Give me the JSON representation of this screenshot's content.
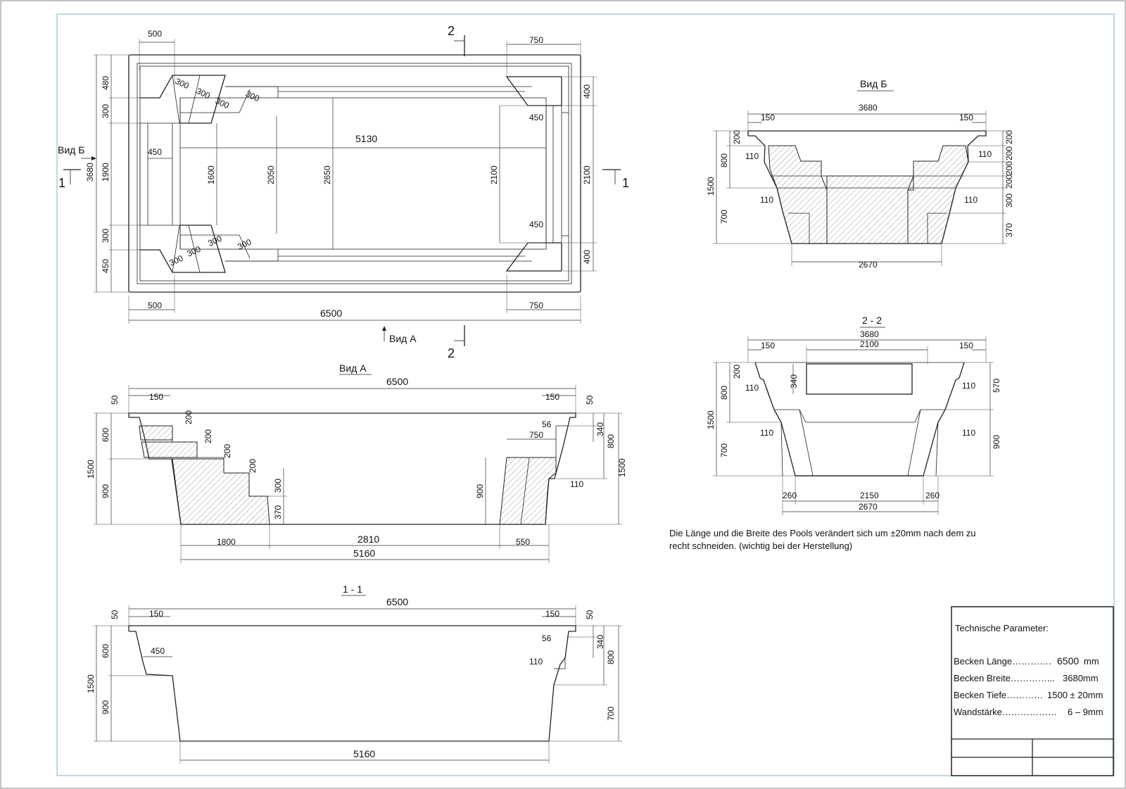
{
  "sections": {
    "plan": {
      "dims": {
        "top_500": "500",
        "top_750": "750",
        "bottom_500": "500",
        "bottom_750": "750",
        "total_length": "6500",
        "inner_length": "5130",
        "total_width": "3680",
        "l_480": "480",
        "l_300_top": "300",
        "l_1900": "1900",
        "l_300_bot": "300",
        "l_450": "450",
        "r_400_top": "400",
        "r_2100": "2100",
        "r_400_bot": "400",
        "step_450_left": "450",
        "step_1600": "1600",
        "step_2050": "2050",
        "step_2650": "2650",
        "step_2100": "2100",
        "right_450_top": "450",
        "right_450_bot": "450",
        "step_top_1": "300",
        "step_top_2": "300",
        "step_top_3": "300",
        "step_top_4": "300",
        "step_bot_1": "300",
        "step_bot_2": "300",
        "step_bot_3": "300",
        "step_bot_4": "300"
      },
      "labels": {
        "view_b": "Вид Б",
        "view_a": "Вид А",
        "sec1_left": "1",
        "sec1_right": "1",
        "sec2_top": "2",
        "sec2_bottom": "2"
      }
    },
    "view_a": {
      "title": "Вид А",
      "dims": {
        "total": "6500",
        "left_150": "150",
        "right_150": "150",
        "left_50": "50",
        "right_50": "50",
        "step_200_1": "200",
        "step_200_2": "200",
        "step_200_3": "200",
        "step_200_4": "200",
        "step_300": "300",
        "step_370": "370",
        "left_600": "600",
        "left_1500": "1500",
        "left_900": "900",
        "right_56": "56",
        "right_750": "750",
        "right_340": "340",
        "right_800": "800",
        "right_1500": "1500",
        "right_110": "110",
        "right_900": "900",
        "bottom_1800": "1800",
        "bottom_2810": "2810",
        "bottom_550": "550",
        "bottom_5160": "5160"
      }
    },
    "section_11": {
      "title": "1 - 1",
      "dims": {
        "total": "6500",
        "left_150": "150",
        "right_150": "150",
        "left_50": "50",
        "right_50": "50",
        "left_450": "450",
        "left_600": "600",
        "left_1500": "1500",
        "left_900": "900",
        "right_56": "56",
        "right_110": "110",
        "right_340": "340",
        "right_800": "800",
        "right_700": "700",
        "bottom_5160": "5160"
      }
    },
    "view_b": {
      "title": "Вид Б",
      "dims": {
        "total": "3680",
        "left_150": "150",
        "right_150": "150",
        "left_200": "200",
        "left_110_a": "110",
        "left_800": "800",
        "left_1500": "1500",
        "left_110_b": "110",
        "left_700": "700",
        "right_110_a": "110",
        "right_200_1": "200",
        "right_200_2": "200",
        "right_200_3": "200",
        "right_200_4": "200",
        "right_110_b": "110",
        "right_300": "300",
        "right_370": "370",
        "bottom_2670": "2670"
      }
    },
    "section_22": {
      "title": "2 - 2",
      "dims": {
        "total": "3680",
        "inner_2100": "2100",
        "left_150": "150",
        "right_150": "150",
        "left_200": "200",
        "left_340": "340",
        "left_110_a": "110",
        "left_800": "800",
        "left_1500": "1500",
        "left_110_b": "110",
        "left_700": "700",
        "right_110_a": "110",
        "right_570": "570",
        "right_110_b": "110",
        "right_900": "900",
        "bottom_260_l": "260",
        "bottom_2150": "2150",
        "bottom_260_r": "260",
        "bottom_2670": "2670"
      }
    }
  },
  "note": {
    "line1": "Die Länge und die Breite des Pools verändert sich um ±20mm nach dem zu",
    "line2": "recht schneiden. (wichtig bei der Herstellung)"
  },
  "tech": {
    "title": "Technische Parameter:",
    "length_label": "Becken Länge………….",
    "length_value": "6500",
    "length_unit": "mm",
    "width_label": "Becken Breite…………...",
    "width_value": "3680mm",
    "depth_label": "Becken Tiefe…………",
    "depth_value": "1500 ± 20mm",
    "wall_label": "Wandstärke………………",
    "wall_value": "6 – 9mm"
  }
}
